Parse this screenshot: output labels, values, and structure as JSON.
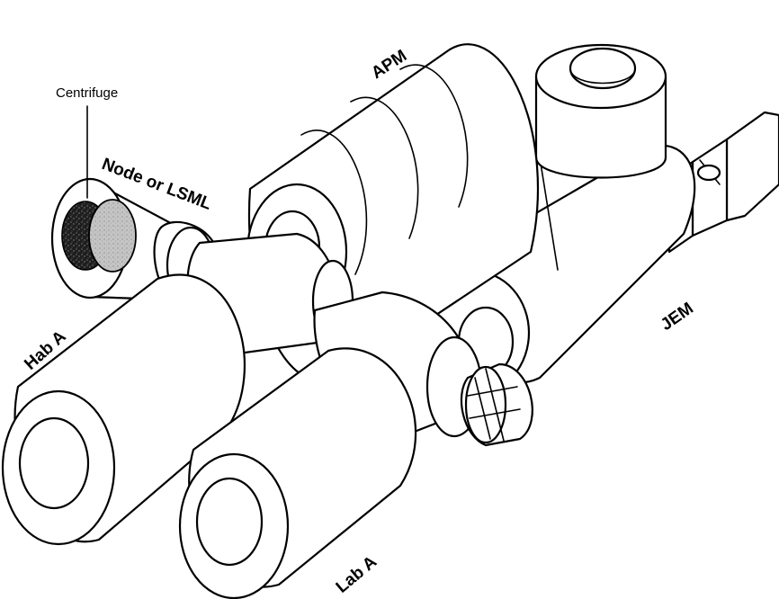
{
  "labels": {
    "centrifuge": "Centrifuge",
    "node": "Node or LSML",
    "apm": "APM",
    "jem": "JEM",
    "hab": "Hab A",
    "lab": "Lab A"
  },
  "colors": {
    "line": "#000000",
    "background": "#ffffff",
    "centrifuge_dark": "#1e1e1e",
    "centrifuge_light": "#bdbdbd"
  }
}
